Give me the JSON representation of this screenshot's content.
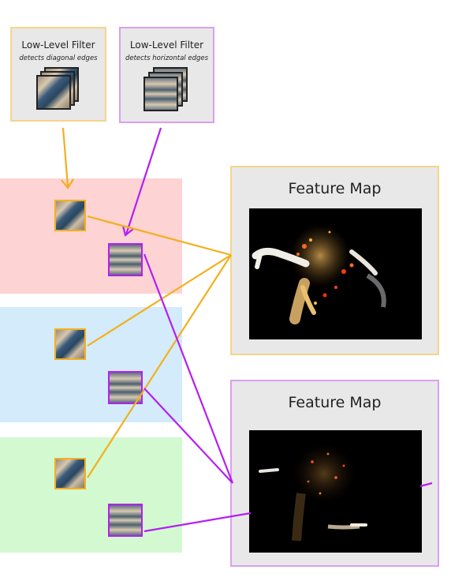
{
  "colors": {
    "diagonal": "#f2b01e",
    "horizontal": "#b51ef2",
    "band_red": "#fdd3d3",
    "band_blue": "#d3ebfa",
    "band_green": "#d3f9d1"
  },
  "filters": {
    "diagonal": {
      "title": "Low-Level Filter",
      "subtitle": "detects diagonal edges",
      "icon": "diagonal-edge-filter-icon"
    },
    "horizontal": {
      "title": "Low-Level Filter",
      "subtitle": "detects horizontal edges",
      "icon": "horizontal-edge-filter-icon"
    }
  },
  "feature_maps": [
    {
      "title": "Feature Map",
      "filter": "diagonal"
    },
    {
      "title": "Feature Map",
      "filter": "horizontal"
    }
  ],
  "channels": [
    "red",
    "blue",
    "green"
  ]
}
